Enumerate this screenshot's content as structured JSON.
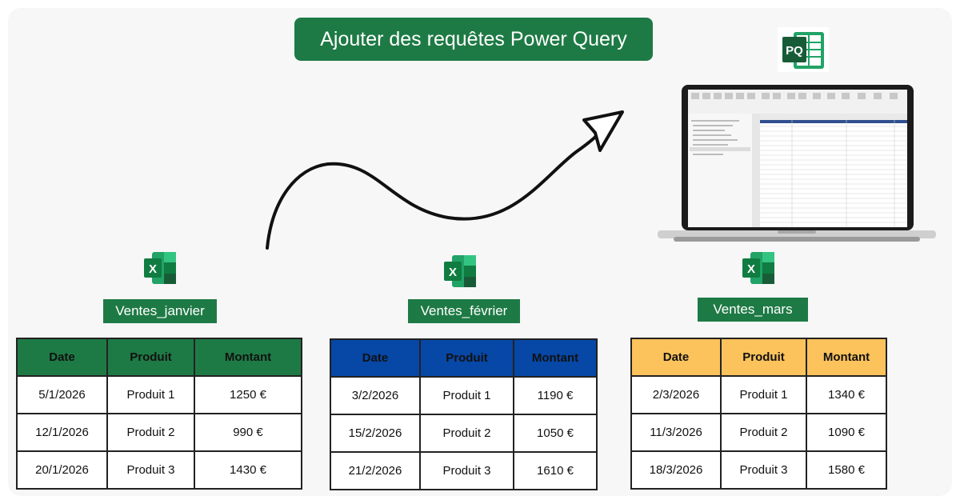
{
  "title": "Ajouter des requêtes Power Query",
  "colors": {
    "green": "#1e7a45",
    "blue": "#0747a6",
    "yellow": "#fcc25c"
  },
  "pq_logo": {
    "text": "PQ"
  },
  "tables": [
    {
      "label": "Ventes_janvier",
      "header_color": "#1e7a45",
      "columns": [
        "Date",
        "Produit",
        "Montant"
      ],
      "rows": [
        [
          "5/1/2026",
          "Produit 1",
          "1250 €"
        ],
        [
          "12/1/2026",
          "Produit 2",
          "990 €"
        ],
        [
          "20/1/2026",
          "Produit 3",
          "1430 €"
        ]
      ]
    },
    {
      "label": "Ventes_février",
      "header_color": "#0747a6",
      "columns": [
        "Date",
        "Produit",
        "Montant"
      ],
      "rows": [
        [
          "3/2/2026",
          "Produit 1",
          "1190 €"
        ],
        [
          "15/2/2026",
          "Produit 2",
          "1050 €"
        ],
        [
          "21/2/2026",
          "Produit 3",
          "1610 €"
        ]
      ]
    },
    {
      "label": "Ventes_mars",
      "header_color": "#fcc25c",
      "columns": [
        "Date",
        "Produit",
        "Montant"
      ],
      "rows": [
        [
          "2/3/2026",
          "Produit 1",
          "1340 €"
        ],
        [
          "11/3/2026",
          "Produit 2",
          "1090 €"
        ],
        [
          "18/3/2026",
          "Produit 3",
          "1580 €"
        ]
      ]
    }
  ]
}
